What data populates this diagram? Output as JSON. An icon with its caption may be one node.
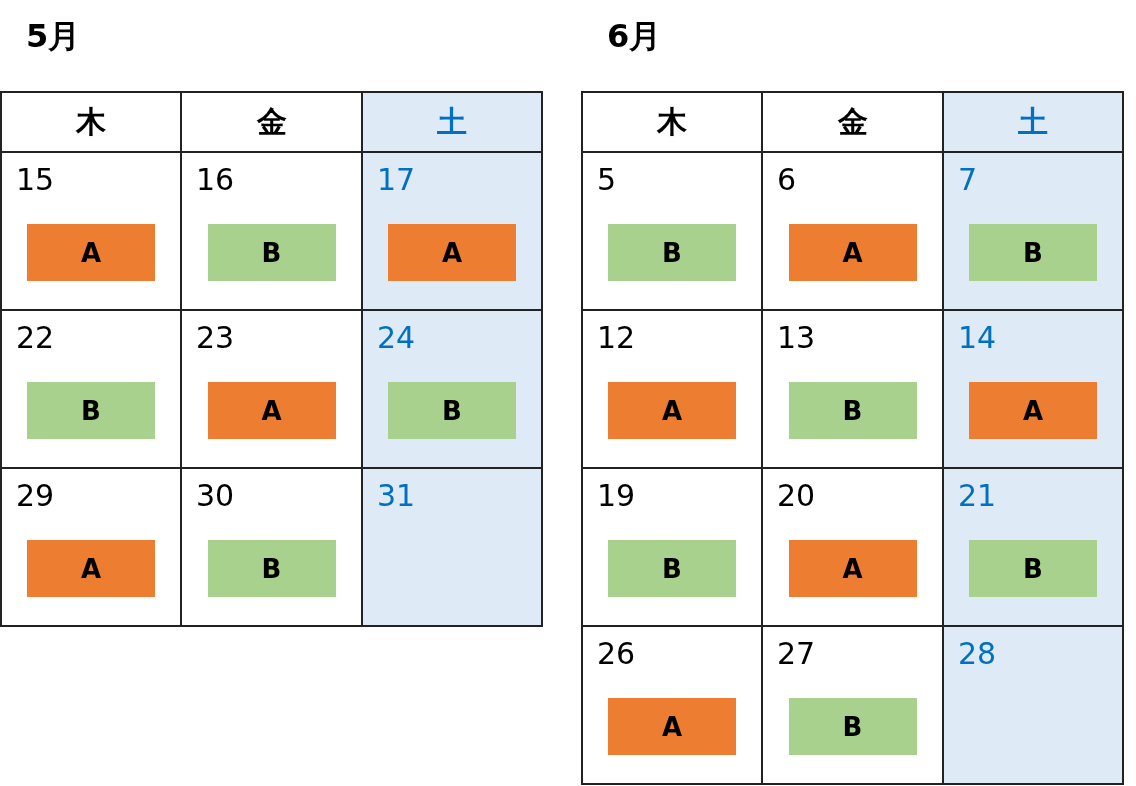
{
  "diagram": {
    "nodes": [
      {
        "text": [
          "5月"
        ]
      },
      {
        "text": [
          "木"
        ],
        "in": 0
      },
      {
        "text": [
          "金"
        ],
        "in": 0
      },
      {
        "text": [
          "土"
        ],
        "in": 0
      },
      {
        "text": [
          "15"
        ],
        "in": 0
      },
      {
        "text": [
          "A"
        ],
        "in": 4
      },
      {
        "text": [
          "16"
        ],
        "in": 0
      },
      {
        "text": [
          "B"
        ],
        "in": 6
      },
      {
        "text": [
          "17"
        ],
        "in": 0
      },
      {
        "text": [
          "A"
        ],
        "in": 8
      },
      {
        "text": [
          "22"
        ],
        "in": 0
      },
      {
        "text": [
          "B"
        ],
        "in": 10
      },
      {
        "text": [
          "23"
        ],
        "in": 0
      },
      {
        "text": [
          "A"
        ],
        "in": 12
      },
      {
        "text": [
          "24"
        ],
        "in": 0
      },
      {
        "text": [
          "B"
        ],
        "in": 14
      },
      {
        "text": [
          "29"
        ],
        "in": 0
      },
      {
        "text": [
          "A"
        ],
        "in": 16
      },
      {
        "text": [
          "30"
        ],
        "in": 0
      },
      {
        "text": [
          "B"
        ],
        "in": 18
      },
      {
        "text": [
          "31"
        ],
        "in": 0
      },
      {
        "text": [
          "6月"
        ]
      },
      {
        "text": [
          "木"
        ],
        "in": 21
      },
      {
        "text": [
          "金"
        ],
        "in": 21
      },
      {
        "text": [
          "土"
        ],
        "in": 21
      },
      {
        "text": [
          "5"
        ],
        "in": 21
      },
      {
        "text": [
          "B"
        ],
        "in": 25
      },
      {
        "text": [
          "6"
        ],
        "in": 21
      },
      {
        "text": [
          "A"
        ],
        "in": 27
      },
      {
        "text": [
          "7"
        ],
        "in": 21
      },
      {
        "text": [
          "B"
        ],
        "in": 29
      },
      {
        "text": [
          "12"
        ],
        "in": 21
      },
      {
        "text": [
          "A"
        ],
        "in": 31
      },
      {
        "text": [
          "13"
        ],
        "in": 21
      },
      {
        "text": [
          "B"
        ],
        "in": 33
      },
      {
        "text": [
          "14"
        ],
        "in": 21
      },
      {
        "text": [
          "A"
        ],
        "in": 35
      },
      {
        "text": [
          "19"
        ],
        "in": 21
      },
      {
        "text": [
          "B"
        ],
        "in": 37
      },
      {
        "text": [
          "20"
        ],
        "in": 21
      },
      {
        "text": [
          "A"
        ],
        "in": 39
      },
      {
        "text": [
          "21"
        ],
        "in": 21
      },
      {
        "text": [
          "B"
        ],
        "in": 41
      },
      {
        "text": [
          "26"
        ],
        "in": 21
      },
      {
        "text": [
          "A"
        ],
        "in": 43
      },
      {
        "text": [
          "27"
        ],
        "in": 21
      },
      {
        "text": [
          "B"
        ],
        "in": 45
      },
      {
        "text": [
          "28"
        ],
        "in": 21
      }
    ]
  }
}
